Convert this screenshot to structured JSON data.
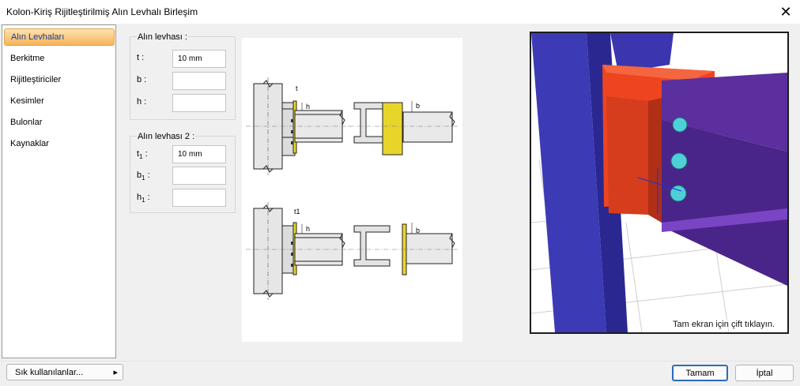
{
  "window": {
    "title": "Kolon-Kiriş Rijitleştirilmiş Alın Levhalı Birleşim",
    "close_glyph": "✕"
  },
  "sidebar": {
    "items": [
      {
        "label": "Alın Levhaları",
        "selected": true
      },
      {
        "label": "Berkitme"
      },
      {
        "label": "Rijitleştiriciler"
      },
      {
        "label": "Kesimler"
      },
      {
        "label": "Bulonlar"
      },
      {
        "label": "Kaynaklar"
      }
    ]
  },
  "plate1": {
    "title": "Alın levhası :",
    "t": {
      "label": "t :",
      "value": "10 mm"
    },
    "b": {
      "label": "b :",
      "value": ""
    },
    "h": {
      "label": "h :",
      "value": ""
    }
  },
  "plate2": {
    "title": "Alın levhası 2 :",
    "t1": {
      "label": "t",
      "sub": "1",
      "colon": " :",
      "value": "10 mm"
    },
    "b1": {
      "label": "b",
      "sub": "1",
      "colon": " :",
      "value": ""
    },
    "h1": {
      "label": "h",
      "sub": "1",
      "colon": " :",
      "value": ""
    }
  },
  "diagram": {
    "labels": {
      "t": "t",
      "h": "h",
      "b": "b",
      "t1": "t1"
    }
  },
  "view3d": {
    "hint": "Tam ekran için çift tıklayın."
  },
  "footer": {
    "favorites_label": "Sık kullanılanlar...",
    "favorites_arrow": "▸",
    "ok_label": "Tamam",
    "cancel_label": "İptal"
  },
  "colors": {
    "column_blue": "#3d3ab6",
    "plate_red": "#ee4420",
    "beam_purple": "#5b2f9e",
    "bolt_cyan": "#4fd0d8",
    "plate_yellow": "#e8d52a",
    "selection_orange": "#f6b35a"
  }
}
